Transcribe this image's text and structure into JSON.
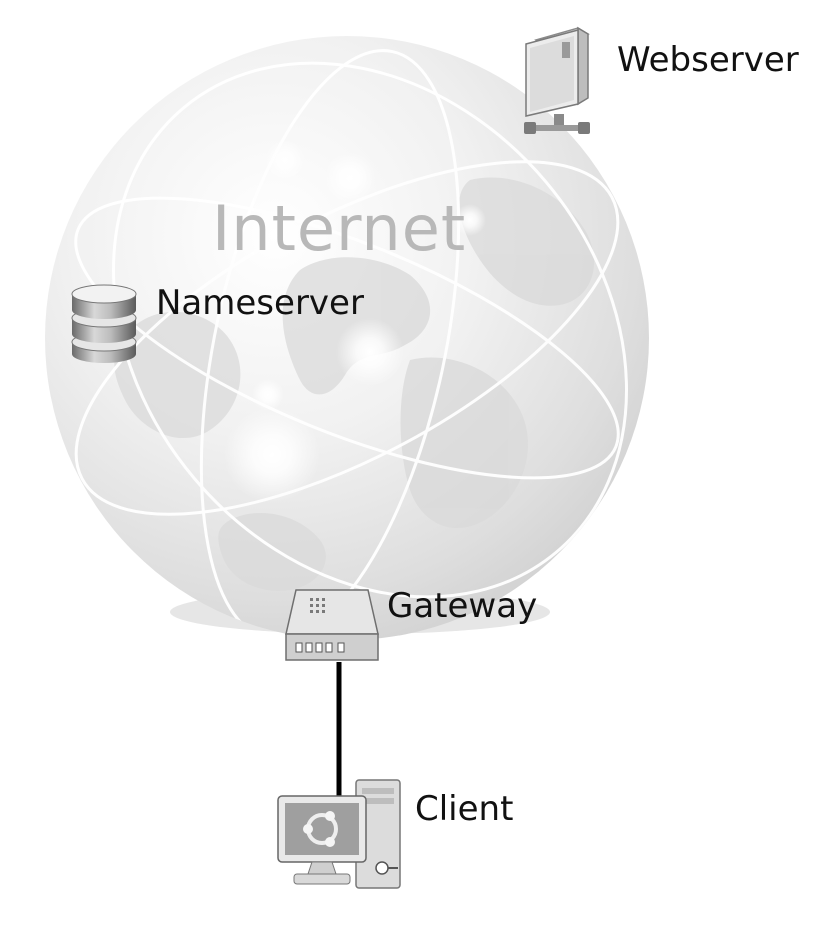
{
  "diagram": {
    "cloud_label": "Internet",
    "nodes": {
      "webserver": {
        "label": "Webserver",
        "icon": "server-icon"
      },
      "nameserver": {
        "label": "Nameserver",
        "icon": "database-icon"
      },
      "gateway": {
        "label": "Gateway",
        "icon": "router-icon"
      },
      "client": {
        "label": "Client",
        "icon": "desktop-computer-icon"
      }
    },
    "connections": [
      {
        "from": "Gateway",
        "to": "Client"
      }
    ]
  }
}
